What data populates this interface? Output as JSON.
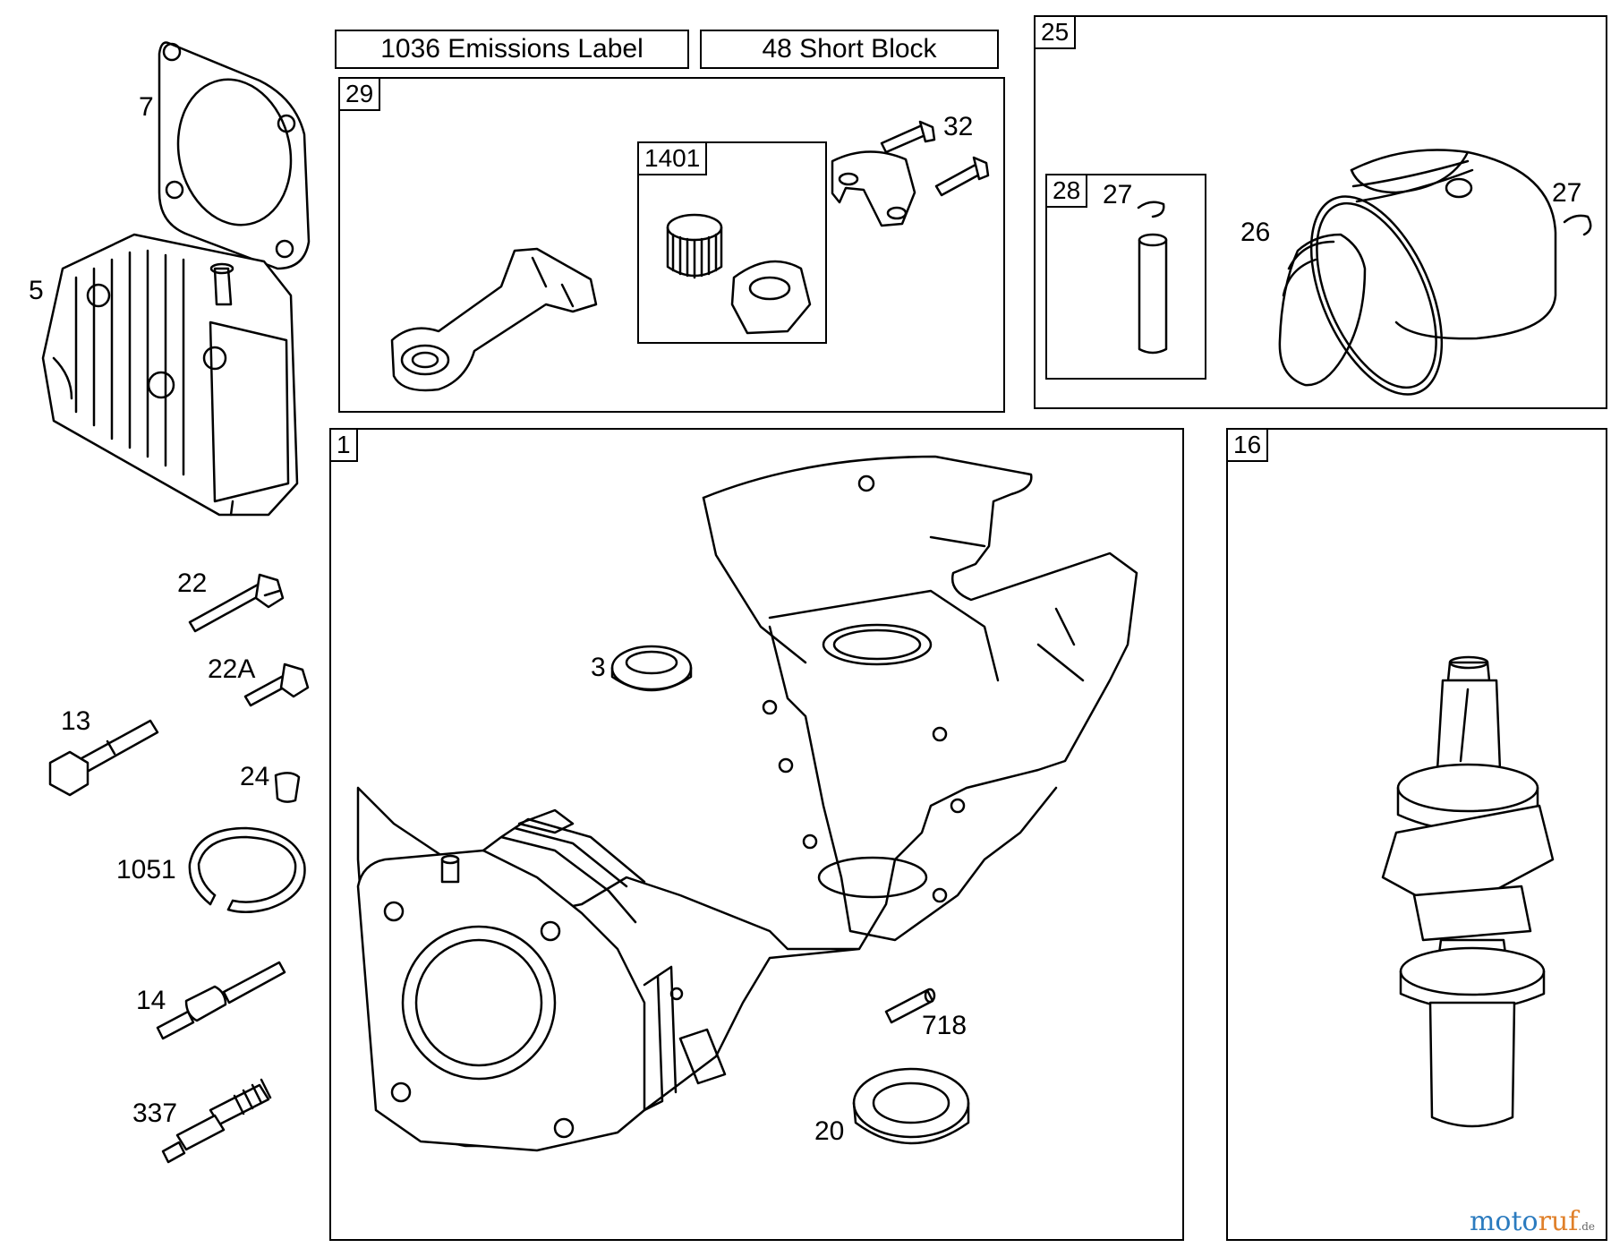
{
  "headers": {
    "emissions_label": "1036 Emissions Label",
    "short_block": "48 Short Block"
  },
  "groups": {
    "g29": "29",
    "g1401": "1401",
    "g25": "25",
    "g28": "28",
    "g1": "1",
    "g16": "16"
  },
  "parts": {
    "p7": "7",
    "p5": "5",
    "p22": "22",
    "p22a": "22A",
    "p13": "13",
    "p24": "24",
    "p1051": "1051",
    "p14": "14",
    "p337": "337",
    "p32": "32",
    "p27a": "27",
    "p27b": "27",
    "p26": "26",
    "p3": "3",
    "p718": "718",
    "p20": "20"
  },
  "watermark": {
    "part1": "moto",
    "part2": "ruf",
    "suffix": ".de"
  },
  "colors": {
    "line": "#000000",
    "watermark_blue": "#2b7bbf",
    "watermark_orange": "#e0802a"
  }
}
